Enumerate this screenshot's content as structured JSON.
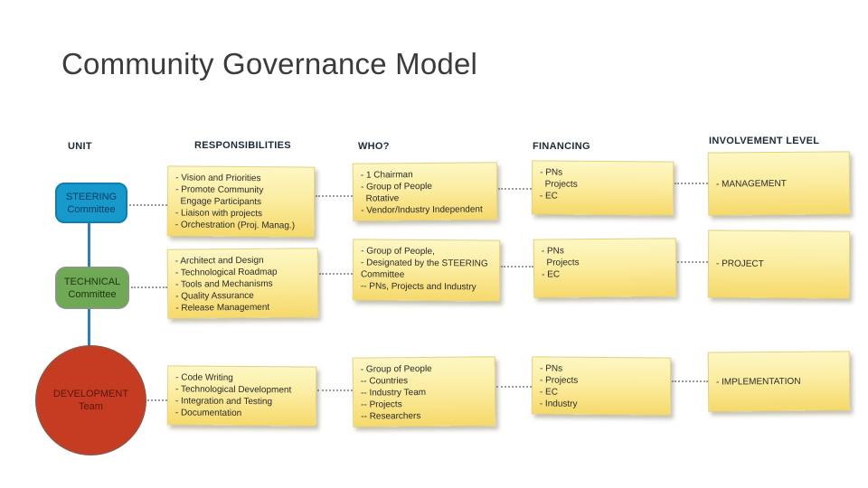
{
  "slide": {
    "title": "Community Governance Model",
    "background_color": "#ffffff"
  },
  "columns": [
    {
      "label": "UNIT"
    },
    {
      "label": "RESPONSIBILITIES"
    },
    {
      "label": "WHO?"
    },
    {
      "label": "FINANCING"
    },
    {
      "label": "INVOLVEMENT LEVEL"
    }
  ],
  "rows": [
    {
      "unit": {
        "shape": "rounded-rectangle",
        "fill": "#1899cb",
        "border_color": "#0e7eb0",
        "text_color": "#0a3d63",
        "label": [
          "STEERING",
          "Committee"
        ]
      },
      "responsibilities": [
        "- Vision and Priorities",
        "- Promote Community",
        "  Engage Participants",
        "- Liaison with projects",
        "- Orchestration (Proj. Manag.)"
      ],
      "who": [
        "- 1 Chairman",
        "- Group of People",
        "  Rotative",
        "- Vendor/Industry Independent"
      ],
      "financing": [
        "- PNs",
        "  Projects",
        "- EC"
      ],
      "involvement": [
        "- MANAGEMENT"
      ]
    },
    {
      "unit": {
        "shape": "rounded-rectangle",
        "fill": "#6fa955",
        "border_color": "#87997e",
        "text_color": "#20350f",
        "label": [
          "TECHNICAL",
          "Committee"
        ]
      },
      "responsibilities": [
        "- Architect and Design",
        "- Technological Roadmap",
        "- Tools and Mechanisms",
        "- Quality Assurance",
        "- Release Management"
      ],
      "who": [
        "- Group of People,",
        "- Designated by the STEERING",
        "Committee",
        "-- PNs, Projects and Industry"
      ],
      "financing": [
        "- PNs",
        "  Projects",
        "- EC"
      ],
      "involvement": [
        "- PROJECT"
      ]
    },
    {
      "unit": {
        "shape": "circle",
        "fill": "#c63c22",
        "border_color": "#a04e3b",
        "text_color": "#59150b",
        "label": [
          "DEVELOPMENT",
          "Team"
        ]
      },
      "responsibilities": [
        "- Code Writing",
        "- Technological Development",
        "- Integration and Testing",
        "- Documentation"
      ],
      "who": [
        "- Group of People",
        "-- Countries",
        "-- Industry Team",
        "-- Projects",
        "-- Researchers"
      ],
      "financing": [
        "- PNs",
        "- Projects",
        "- EC",
        "- Industry"
      ],
      "involvement": [
        "- IMPLEMENTATION"
      ]
    }
  ],
  "styles": {
    "note_gradient_top": "#fdf7c3",
    "note_gradient_bottom": "#f6d96b",
    "note_border": "#e3cf7d",
    "connector_color": "#9b9b9b",
    "unit_line_color": "#2e7fb8",
    "title_color": "#3b3b3b",
    "header_color": "#1c2b36"
  }
}
